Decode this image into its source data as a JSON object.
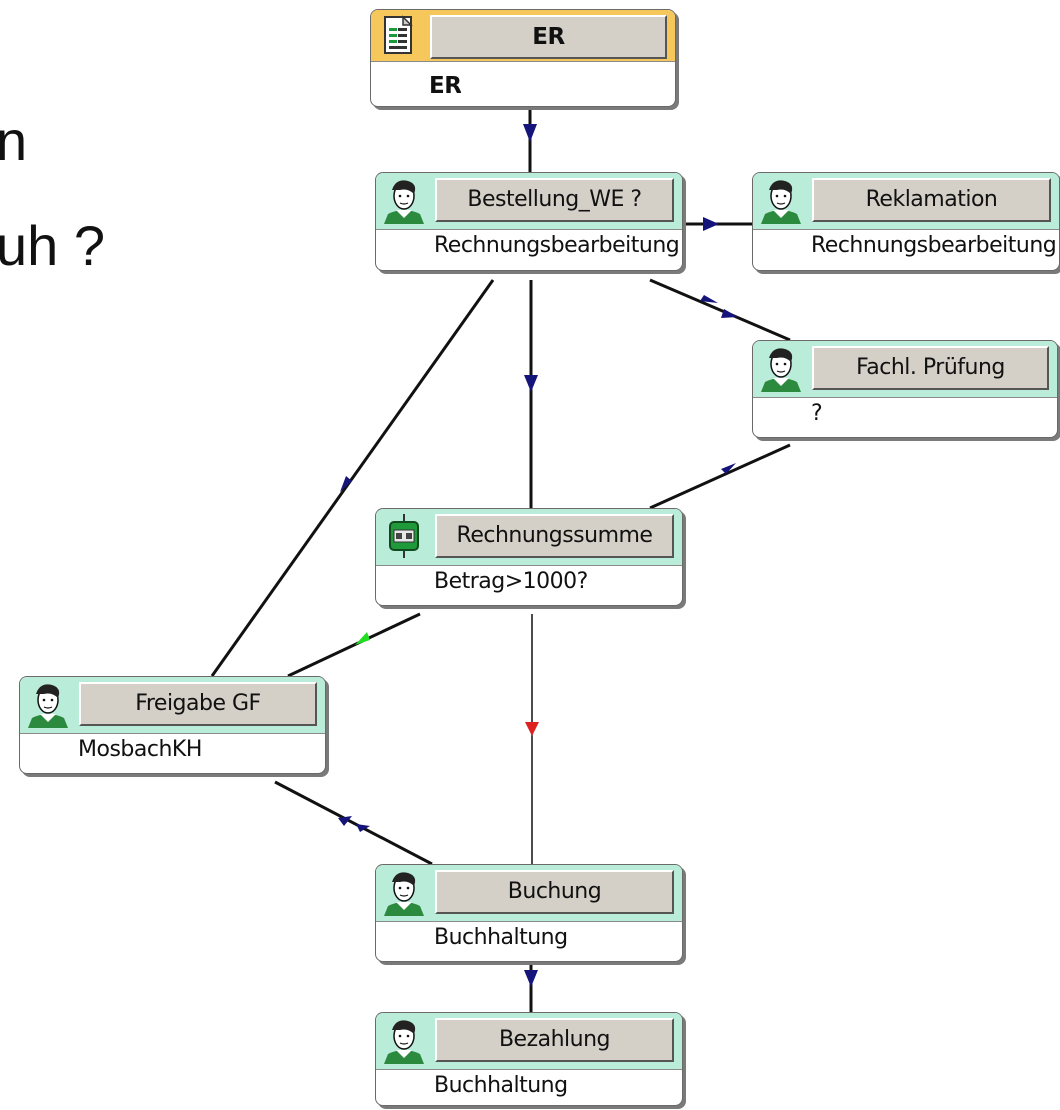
{
  "background_text": [
    "n",
    "uh ?"
  ],
  "nodes": {
    "er": {
      "title": "ER",
      "subtitle": "ER",
      "icon": "document-icon"
    },
    "bestellung": {
      "title": "Bestellung_WE ?",
      "subtitle": "Rechnungsbearbeitung",
      "icon": "person-icon"
    },
    "reklamation": {
      "title": "Reklamation",
      "subtitle": "Rechnungsbearbeitung",
      "icon": "person-icon"
    },
    "fachl": {
      "title": "Fachl. Prüfung",
      "subtitle": "?",
      "icon": "person-icon"
    },
    "rechnungssumme": {
      "title": "Rechnungssumme",
      "subtitle": "Betrag>1000?",
      "icon": "decision-icon"
    },
    "freigabe": {
      "title": "Freigabe GF",
      "subtitle": "MosbachKH",
      "icon": "person-icon"
    },
    "buchung": {
      "title": "Buchung",
      "subtitle": "Buchhaltung",
      "icon": "person-icon"
    },
    "bezahlung": {
      "title": "Bezahlung",
      "subtitle": "Buchhaltung",
      "icon": "person-icon"
    }
  },
  "colors": {
    "header_person": "#b9ecd9",
    "header_document": "#f6c75a",
    "arrow_default": "#14147a",
    "arrow_true": "#22dd22",
    "arrow_false": "#dd2222"
  }
}
